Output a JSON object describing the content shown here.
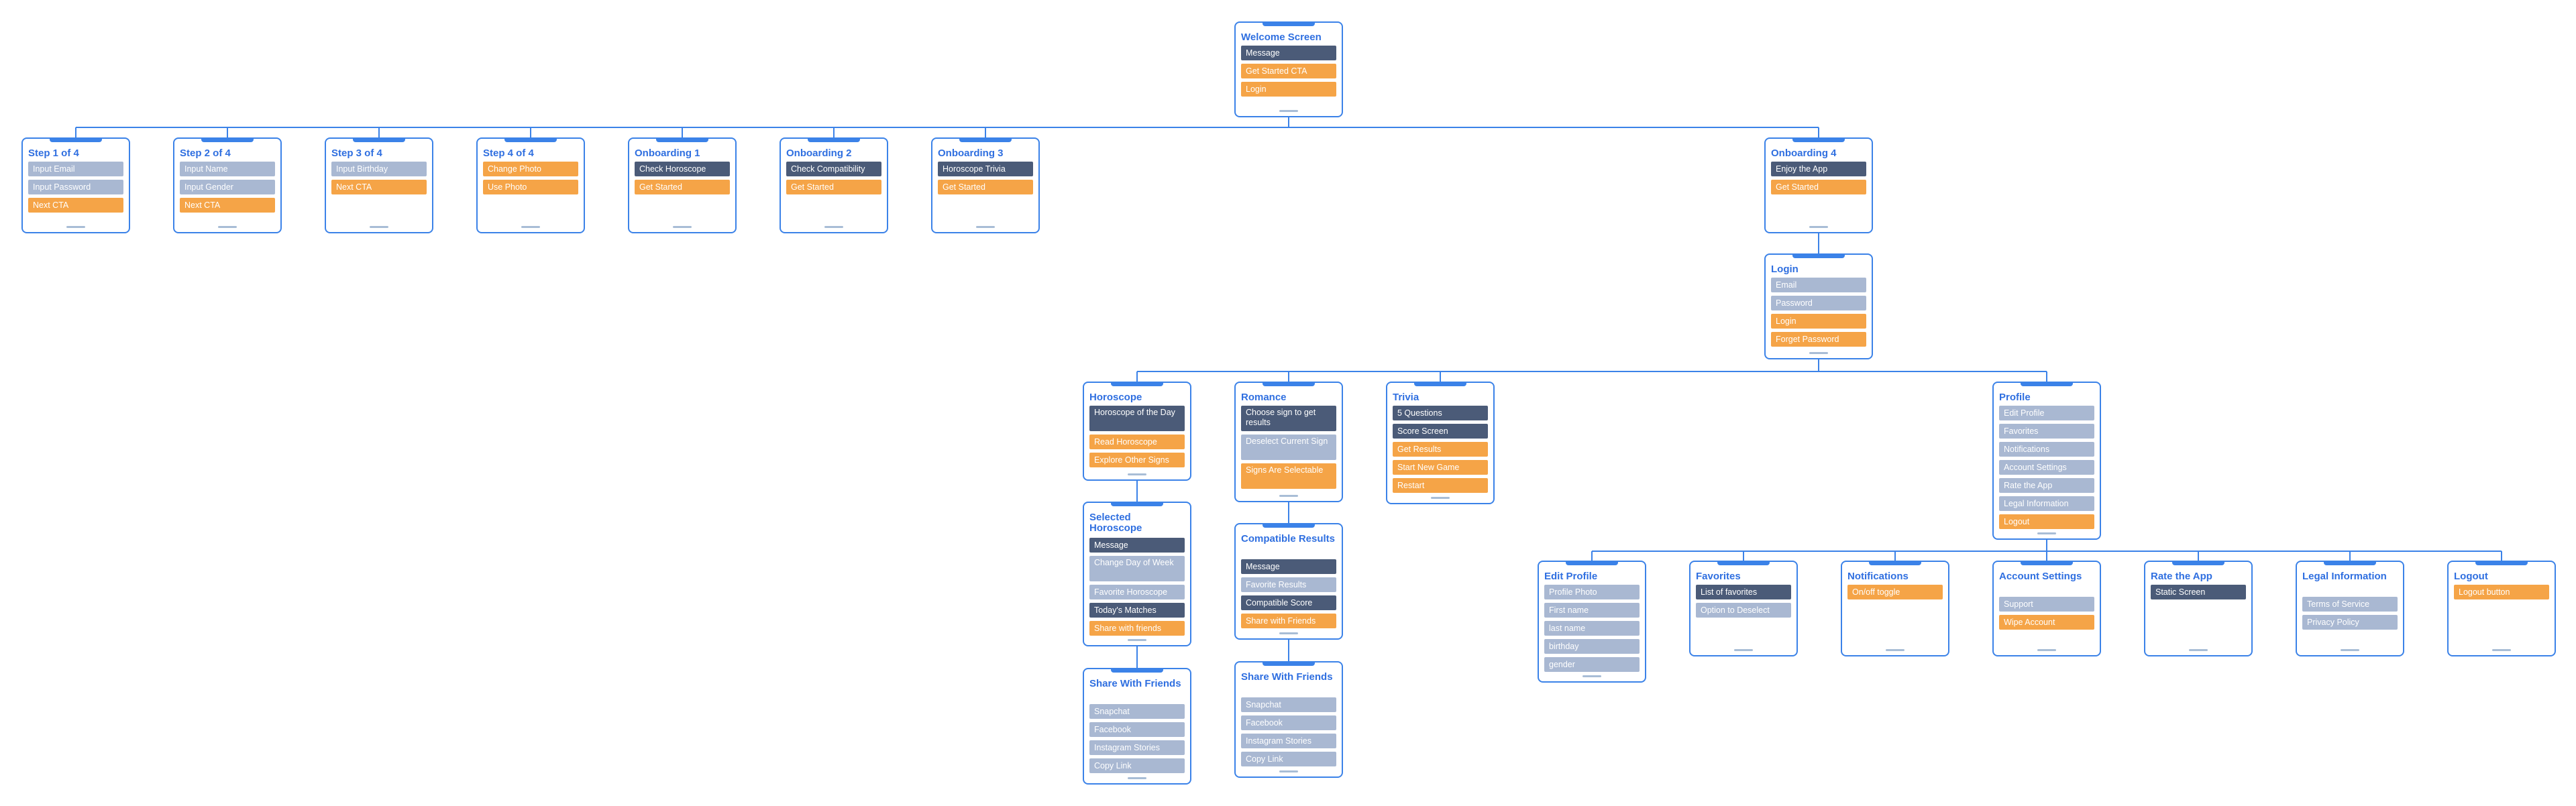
{
  "colors": {
    "border": "#3b82e8",
    "title": "#2f6fe0",
    "dark": "#4b5b78",
    "light": "#a9b8d2",
    "orange": "#f5a447",
    "line": "#3b82e8"
  },
  "nodes": {
    "welcome": {
      "title": "Welcome Screen",
      "items": [
        "Message",
        "Get Started CTA",
        "Login"
      ]
    },
    "step1": {
      "title": "Step 1 of 4",
      "items": [
        "Input Email",
        "Input Password",
        "Next CTA"
      ]
    },
    "step2": {
      "title": "Step 2 of 4",
      "items": [
        "Input Name",
        "Input Gender",
        "Next CTA"
      ]
    },
    "step3": {
      "title": "Step 3 of 4",
      "items": [
        "Input Birthday",
        "Next CTA"
      ]
    },
    "step4": {
      "title": "Step 4 of 4",
      "items": [
        "Change Photo",
        "Use Photo"
      ]
    },
    "onb1": {
      "title": "Onboarding 1",
      "items": [
        "Check Horoscope",
        "Get Started"
      ]
    },
    "onb2": {
      "title": "Onboarding 2",
      "items": [
        "Check Compatibility",
        "Get Started"
      ]
    },
    "onb3": {
      "title": "Onboarding 3",
      "items": [
        "Horoscope Trivia",
        "Get Started"
      ]
    },
    "onb4": {
      "title": "Onboarding 4",
      "items": [
        "Enjoy the App",
        "Get Started"
      ]
    },
    "login": {
      "title": "Login",
      "items": [
        "Email",
        "Password",
        "Login",
        "Forget Password"
      ]
    },
    "horoscope": {
      "title": "Horoscope",
      "items": [
        "Horoscope of the Day",
        "Read Horoscope",
        "Explore Other Signs"
      ]
    },
    "romance": {
      "title": "Romance",
      "items": [
        "Choose sign to get results",
        "Deselect Current Sign",
        "Signs Are Selectable"
      ]
    },
    "trivia": {
      "title": "Trivia",
      "items": [
        "5 Questions",
        "Score Screen",
        "Get Results",
        "Start New Game",
        "Restart"
      ]
    },
    "profile": {
      "title": "Profile",
      "items": [
        "Edit Profile",
        "Favorites",
        "Notifications",
        "Account Settings",
        "Rate the App",
        "Legal Information",
        "Logout"
      ]
    },
    "selected_horoscope": {
      "title": "Selected Horoscope",
      "items": [
        "Message",
        "Change Day of Week",
        "Favorite Horoscope",
        "Today's Matches",
        "Share with friends"
      ]
    },
    "compatible_results": {
      "title": "Compatible Results",
      "items": [
        "Message",
        "Favorite Results",
        "Compatible Score",
        "Share with Friends"
      ]
    },
    "share1": {
      "title": "Share With Friends",
      "items": [
        "Snapchat",
        "Facebook",
        "Instagram Stories",
        "Copy Link"
      ]
    },
    "share2": {
      "title": "Share With Friends",
      "items": [
        "Snapchat",
        "Facebook",
        "Instagram Stories",
        "Copy Link"
      ]
    },
    "edit_profile": {
      "title": "Edit Profile",
      "items": [
        "Profile Photo",
        "First name",
        "last name",
        "birthday",
        "gender"
      ]
    },
    "favorites": {
      "title": "Favorites",
      "items": [
        "List of favorites",
        "Option to Deselect"
      ]
    },
    "notifications": {
      "title": "Notifications",
      "items": [
        "On/off toggle"
      ]
    },
    "account_settings": {
      "title": "Account Settings",
      "items": [
        "Support",
        "Wipe Account"
      ]
    },
    "rate_app": {
      "title": "Rate the App",
      "items": [
        "Static Screen"
      ]
    },
    "legal": {
      "title": "Legal Information",
      "items": [
        "Terms of Service",
        "Privacy Policy"
      ]
    },
    "logout": {
      "title": "Logout",
      "items": [
        "Logout button"
      ]
    }
  }
}
